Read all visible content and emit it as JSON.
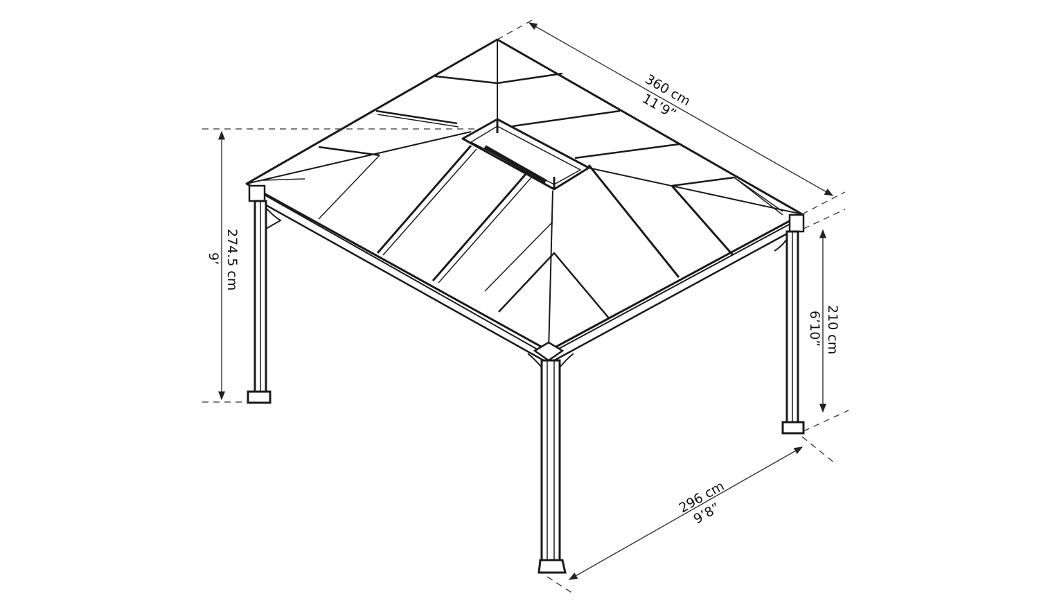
{
  "diagram": {
    "subject": "Gazebo with hip roof and ventilated top cap",
    "colors": {
      "line": "#1a1a1a",
      "dim_line": "#333333",
      "background": "#ffffff"
    },
    "dimensions": {
      "length": {
        "metric": "360 cm",
        "imperial": "11’9”"
      },
      "total_height": {
        "metric": "274.5 cm",
        "imperial": "9’"
      },
      "side_height": {
        "metric": "210 cm",
        "imperial": "6’10”"
      },
      "width": {
        "metric": "296 cm",
        "imperial": "9’8”"
      }
    }
  }
}
